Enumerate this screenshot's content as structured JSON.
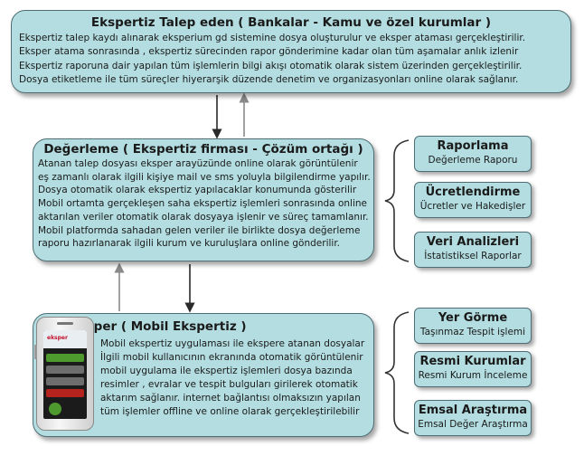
{
  "top_box": {
    "title": "Ekspertiz Talep eden ( Bankalar - Kamu ve özel kurumlar )",
    "lines": [
      "Ekspertiz talep kaydı alınarak eksperium gd sistemine dosya oluşturulur ve eksper ataması gerçekleştirilir.",
      "Eksper atama sonrasında , ekspertiz sürecinden rapor gönderimine kadar olan tüm aşamalar anlık izlenir",
      "Ekspertiz raporuna dair yapılan tüm işlemlerin bilgi akışı otomatik olarak sistem üzerinden gerçekleştirilir.",
      "Dosya etiketleme ile tüm süreçler hiyerarşik düzende denetim ve organizasyonları online olarak sağlanır."
    ]
  },
  "mid_box": {
    "title": "Değerleme ( Ekspertiz firması - Çözüm ortağı )",
    "lines": [
      "Atanan talep dosyası eksper arayüzünde online olarak görüntülenir",
      "eş zamanlı olarak ilgili kişiye mail ve sms yoluyla bilgilendirme yapılır.",
      "Dosya otomatik olarak ekspertiz yapılacaklar konumunda gösterilir",
      "Mobil ortamta gerçekleşen saha ekspertiz işlemleri sonrasında online",
      "aktarılan veriler  otomatik olarak dosyaya işlenir ve süreç tamamlanır.",
      "Mobil platformda sahadan gelen veriler ile birlikte dosya değerleme",
      "raporu hazırlanarak ilgili kurum ve kuruluşlara online gönderilir."
    ]
  },
  "bot_box": {
    "title": "Eksper ( Mobil Ekspertiz )",
    "lines": [
      "Mobil ekspertiz uygulaması ile ekspere atanan dosyalar",
      "İlgili mobil kullanıcının ekranında otomatik görüntülenir",
      "mobil uygulama ile ekspertiz işlemleri dosya bazında",
      "resimler , evralar ve tespit bulguları girilerek otomatik",
      "aktarım sağlanır. internet bağlantısı olmaksızın yapılan",
      "tüm işlemler offline ve online olarak gerçekleştirilebilir"
    ]
  },
  "side_boxes": [
    {
      "title": "Raporlama",
      "subtitle": "Değerleme Raporu"
    },
    {
      "title": "Ücretlendirme",
      "subtitle": "Ücretler ve Hakedişler"
    },
    {
      "title": "Veri Analizleri",
      "subtitle": "İstatistiksel Raporlar"
    },
    {
      "title": "Yer Görme",
      "subtitle": "Taşınmaz Tespit işlemi"
    },
    {
      "title": "Resmi Kurumlar",
      "subtitle": "Resmi Kurum İnceleme"
    },
    {
      "title": "Emsal Araştırma",
      "subtitle": "Emsal Değer Araştırma"
    }
  ],
  "phone": {
    "icon": "smartphone-icon",
    "logo_text": "eksper",
    "colors": {
      "bar_green": "#4e9a2e",
      "bar_grey": "#6d6d6d",
      "bar_red": "#b5231f",
      "brand_red": "#c4122e"
    }
  },
  "colors": {
    "box_fill": "#b3dde0",
    "box_border": "#4d6e74",
    "arrow": "#2a2a2a",
    "bracket": "#333333"
  }
}
